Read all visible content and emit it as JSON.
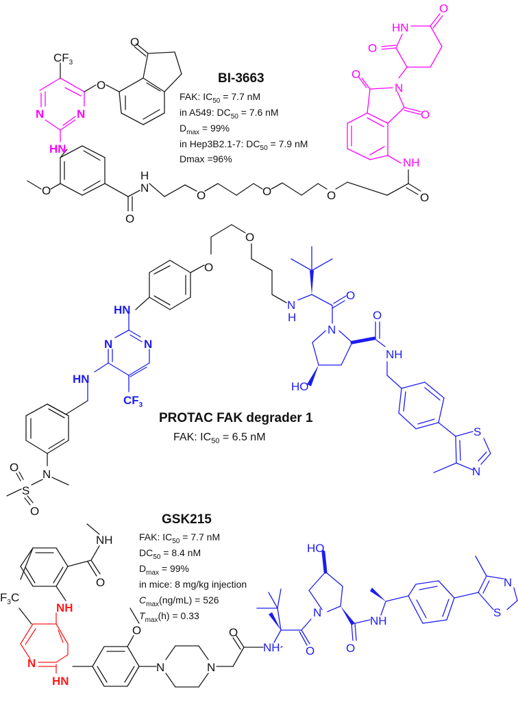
{
  "figure": {
    "type": "chemical-structures",
    "colors": {
      "bond_default": "#1a1a1a",
      "pomalidomide_ligand": "#ff00ff",
      "vhl_ligand": "#1c1cf0",
      "fak_warhead_gsk215": "#ff1a1a",
      "fak_warhead_bi3663": "#ff00ff"
    }
  },
  "compounds": [
    {
      "name": "BI-3663",
      "properties": [
        {
          "prefix": "FAK: IC",
          "sub": "50",
          "suffix": " = 7.7 nM"
        },
        {
          "prefix": "in A549: DC",
          "sub": "50",
          "suffix": " = 7.6 nM"
        },
        {
          "prefix": "D",
          "sub": "max",
          "suffix": " = 99%"
        },
        {
          "prefix": "in Hep3B2.1-7: DC",
          "sub": "50",
          "suffix": " = 7.9 nM"
        },
        {
          "prefix": "Dmax =96%",
          "sub": "",
          "suffix": ""
        }
      ],
      "atom_labels": {
        "cf3": "CF",
        "cf3_sub": "3",
        "o_ketone": "O",
        "o_ether": "O",
        "n1": "N",
        "n2": "N",
        "hn": "HN",
        "o_methoxy": "O",
        "amide_h": "H",
        "amide_n": "N",
        "amide_o": "O",
        "peg_o1": "O",
        "peg_o2": "O",
        "peg_o3": "O",
        "end_o": "O",
        "nh": "NH",
        "imide_n": "N",
        "imide_o1": "O",
        "imide_o2": "O",
        "glut_hn": "HN",
        "glut_o1": "O",
        "glut_o2": "O"
      }
    },
    {
      "name": "PROTAC FAK degrader 1",
      "properties": [
        {
          "prefix": "FAK: IC",
          "sub": "50",
          "suffix": " = 6.5 nM"
        }
      ],
      "atom_labels": {
        "o1": "O",
        "o2": "O",
        "hn_top": "HN",
        "n1": "N",
        "n2": "N",
        "hn_side": "HN",
        "cf3": "CF",
        "cf3_sub": "3",
        "nh_n": "N",
        "nh_h": "H",
        "c_o": "O",
        "pyr_n": "N",
        "amide_o": "O",
        "amide_nh": "NH",
        "ho": "HO",
        "s": "S",
        "thz_n": "N",
        "sulf_o1": "O",
        "sulf_s": "S",
        "sulf_o2": "O",
        "sulf_n": "N"
      }
    },
    {
      "name": "GSK215",
      "properties": [
        {
          "prefix": "FAK: IC",
          "sub": "50",
          "suffix": " = 7.7 nM"
        },
        {
          "prefix": "DC",
          "sub": "50",
          "suffix": " = 8.4 nM"
        },
        {
          "prefix": "D",
          "sub": "max",
          "suffix": " = 99%"
        },
        {
          "prefix": "in mice: 8 mg/kg injection",
          "sub": "",
          "suffix": ""
        },
        {
          "prefix": "C",
          "sub": "max",
          "suffix": "(ng/mL) = 526",
          "italic_prefix": true
        },
        {
          "prefix": "T",
          "sub": "max",
          "suffix": "(h) = 0.33",
          "italic_prefix": true
        }
      ],
      "atom_labels": {
        "nh_top": "NH",
        "amide_o": "O",
        "f3c": "F",
        "f3c_sub": "3",
        "f3c_c": "C",
        "nh_red": "NH",
        "n_red": "N",
        "hn_red": "HN",
        "o_methoxy": "O",
        "pip_n1": "N",
        "pip_n2": "N",
        "gly_o": "O",
        "nh_blue": "NH",
        "val_o": "O",
        "pyr_n": "N",
        "ho": "HO",
        "pro_o": "O",
        "nh2": "NH",
        "thz_n": "N",
        "thz_s": "S"
      }
    }
  ]
}
